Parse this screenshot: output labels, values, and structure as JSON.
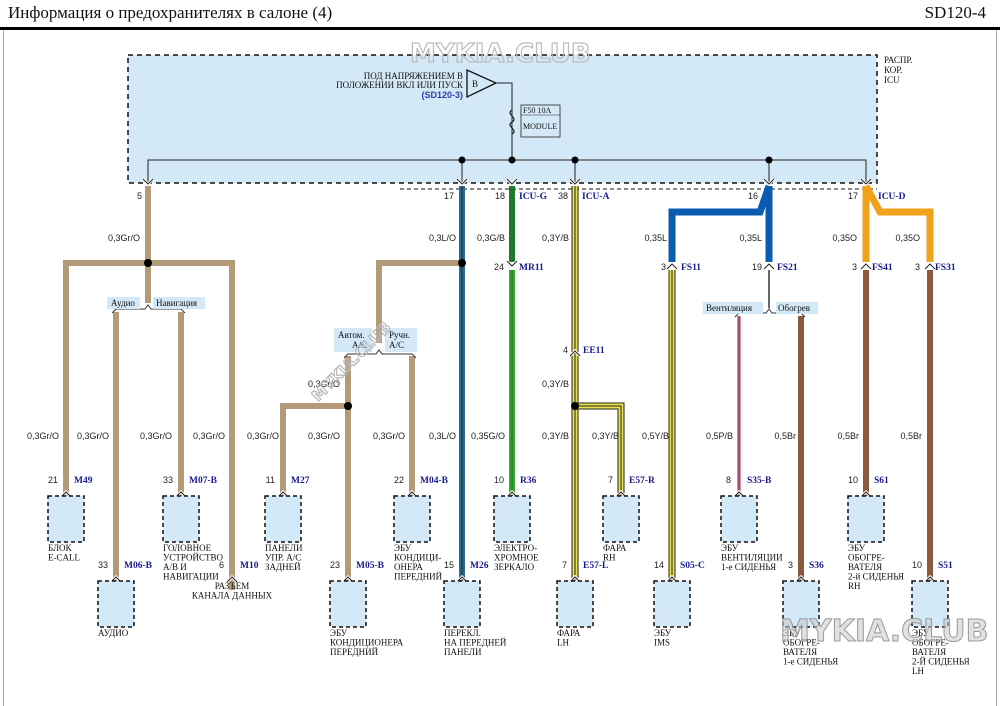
{
  "header": {
    "title": "Информация о предохранителях в салоне (4)",
    "code": "SD120-4"
  },
  "watermark": "MYKIA.CLUB",
  "icu_box": {
    "label_lines": [
      "РАСПР.",
      "КОР.",
      "ICU"
    ],
    "power_source": {
      "lines": [
        "ПОД НАПРЯЖЕНИЕМ В",
        "ПОЛОЖЕНИИ ВКЛ ИЛИ ПУСК"
      ],
      "ref": "(SD120-3)",
      "connector_letter": "B"
    },
    "fuse": {
      "line1": "F50 10A",
      "line2": "MODULE"
    }
  },
  "icu_pins": [
    {
      "pin": "5",
      "connector": ""
    },
    {
      "pin": "17",
      "connector": ""
    },
    {
      "pin": "18",
      "connector": "ICU-G"
    },
    {
      "pin": "38",
      "connector": "ICU-A"
    },
    {
      "pin": "16",
      "connector": ""
    },
    {
      "pin": "17",
      "connector": "ICU-D"
    }
  ],
  "wire_colors": {
    "Gr/O": "#b39b78",
    "L/O": "#2e6a8e",
    "G/B": "#1d7a2e",
    "G/O": "#38a832",
    "Y/B": "#e8e34a",
    "L": "#0a5cb0",
    "O": "#f0a21a",
    "P/B": "#d98aa8",
    "Br": "#8b5a3e"
  },
  "wire_labels": {
    "w5": "0,3Gr/O",
    "w17": "0,3L/O",
    "w18": "0,3G/B",
    "w38": "0,3Y/B",
    "fs11": "0,35L",
    "fs21": "0,35L",
    "fs41": "0,35O",
    "fs31": "0,35O",
    "ac_branch": "0,3Gr/O",
    "ee11_down": "0,3Y/B",
    "b_m49": "0,3Gr/O",
    "b_m06": "0,3Gr/O",
    "b_m07": "0,3Gr/O",
    "b_m10": "0,3Gr/O",
    "b_m27": "0,3Gr/O",
    "b_m05": "0,3Gr/O",
    "b_m04": "0,3Gr/O",
    "b_m26": "0,3L/O",
    "b_r36": "0,35G/O",
    "b_e57l": "0,3Y/B",
    "b_e57r": "0,3Y/B",
    "b_s05": "0,5Y/B",
    "b_s35": "0,5P/B",
    "b_s36": "0,5Br",
    "b_s61": "0,5Br",
    "b_s51": "0,5Br"
  },
  "inline_connectors": [
    {
      "pin": "24",
      "connector": "MR11"
    },
    {
      "pin": "4",
      "connector": "EE11"
    },
    {
      "pin": "3",
      "connector": "FS11"
    },
    {
      "pin": "19",
      "connector": "FS21"
    },
    {
      "pin": "3",
      "connector": "FS41"
    },
    {
      "pin": "3",
      "connector": "FS31"
    }
  ],
  "option_tags": {
    "audio": "Аудио",
    "navigation": "Навигация",
    "auto_ac_1": "Автом.",
    "auto_ac_2": "A/C",
    "manual_ac_1": "Ручн.",
    "manual_ac_2": "A/C",
    "ventilation": "Вентиляция",
    "heating": "Обогрев"
  },
  "components": [
    {
      "pin": "21",
      "connector": "M49",
      "lines": [
        "БЛОК",
        "E-CALL"
      ]
    },
    {
      "pin": "33",
      "connector": "M06-B",
      "lines": [
        "АУДИО"
      ]
    },
    {
      "pin": "33",
      "connector": "M07-B",
      "lines": [
        "ГОЛОВНОЕ",
        "УСТРОЙСТВО",
        "А/В И",
        "НАВИГАЦИИ"
      ]
    },
    {
      "pin": "6",
      "connector": "M10",
      "lines": [
        "РАЗЪЕМ",
        "КАНАЛА ДАННЫХ"
      ]
    },
    {
      "pin": "11",
      "connector": "M27",
      "lines": [
        "ПАНЕЛИ",
        "УПР. A/C",
        "ЗАДНЕЙ"
      ]
    },
    {
      "pin": "23",
      "connector": "M05-B",
      "lines": [
        "ЭБУ",
        "КОНДИЦИОНЕРА",
        "ПЕРЕДНИЙ"
      ]
    },
    {
      "pin": "22",
      "connector": "M04-B",
      "lines": [
        "ЭБУ",
        "КОНДИЦИ-",
        "ОНЕРА",
        "ПЕРЕДНИЙ"
      ]
    },
    {
      "pin": "15",
      "connector": "M26",
      "lines": [
        "ПЕРЕКЛ.",
        "НА ПЕРЕДНЕЙ",
        "ПАНЕЛИ"
      ]
    },
    {
      "pin": "10",
      "connector": "R36",
      "lines": [
        "ЭЛЕКТРО-",
        "ХРОМНОЕ",
        "ЗЕРКАЛО"
      ]
    },
    {
      "pin": "7",
      "connector": "E57-L",
      "lines": [
        "ФАРА",
        "LH"
      ]
    },
    {
      "pin": "7",
      "connector": "E57-R",
      "lines": [
        "ФАРА",
        "RH"
      ]
    },
    {
      "pin": "14",
      "connector": "S05-C",
      "lines": [
        "ЭБУ",
        "IMS"
      ]
    },
    {
      "pin": "8",
      "connector": "S35-B",
      "lines": [
        "ЭБУ",
        "ВЕНТИЛЯЦИИ",
        "1-е СИДЕНЬЯ"
      ]
    },
    {
      "pin": "3",
      "connector": "S36",
      "lines": [
        "ЭБУ",
        "ОБОГРЕ-",
        "ВАТЕЛЯ",
        "1-е СИДЕНЬЯ"
      ]
    },
    {
      "pin": "10",
      "connector": "S61",
      "lines": [
        "ЭБУ",
        "ОБОГРЕ-",
        "ВАТЕЛЯ",
        "2-й СИДЕНЬЯ",
        "RH"
      ]
    },
    {
      "pin": "10",
      "connector": "S51",
      "lines": [
        "ЭБУ",
        "ОБОГРЕ-",
        "ВАТЕЛЯ",
        "2-Й СИДЕНЬЯ",
        "LH"
      ]
    }
  ]
}
